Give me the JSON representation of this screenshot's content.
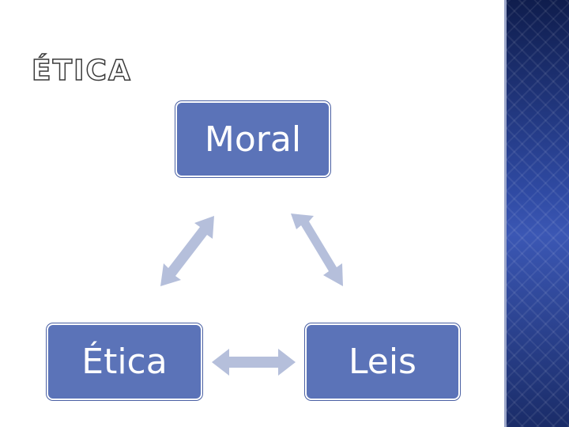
{
  "slide": {
    "title": "ÉTICA"
  },
  "diagram": {
    "nodes": {
      "top": "Moral",
      "left": "Ética",
      "right": "Leis"
    },
    "connections": [
      {
        "from": "top",
        "to": "left",
        "type": "bidirectional"
      },
      {
        "from": "top",
        "to": "right",
        "type": "bidirectional"
      },
      {
        "from": "left",
        "to": "right",
        "type": "bidirectional"
      }
    ]
  },
  "colors": {
    "node_fill": "#5b73b8",
    "node_text": "#ffffff",
    "arrow": "#b5bfdb",
    "side_panel": "#1c2f6e"
  }
}
